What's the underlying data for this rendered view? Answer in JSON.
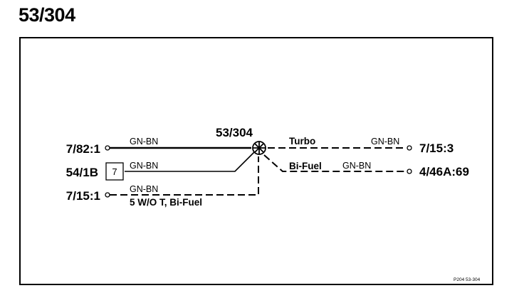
{
  "title": "53/304",
  "component": {
    "label": "53/304"
  },
  "connectors": {
    "left_top": "7/82:1",
    "left_mid": "54/1B",
    "left_mid_box": "7",
    "left_bottom": "7/15:1",
    "right_top": "7/15:3",
    "right_mid": "4/46A:69"
  },
  "wires": {
    "w1": "GN-BN",
    "w2": "GN-BN",
    "w3": "GN-BN",
    "w4": "GN-BN",
    "w5": "GN-BN"
  },
  "annotations": {
    "turbo": "Turbo",
    "bifuel": "Bi-Fuel",
    "wot": "5 W/O T, Bi-Fuel",
    "footer": "P204  53-304"
  }
}
